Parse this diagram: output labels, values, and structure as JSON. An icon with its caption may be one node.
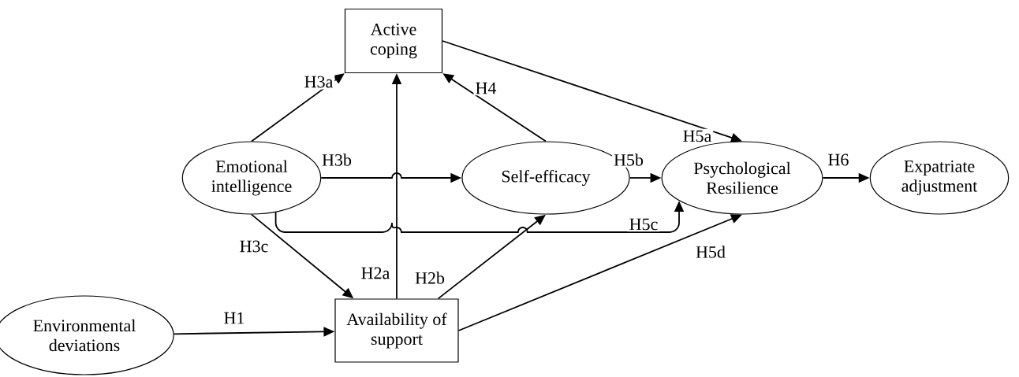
{
  "diagram": {
    "nodes": [
      {
        "text": [
          "Active coping"
        ]
      },
      {
        "text": [
          "Emotional intelligence"
        ]
      },
      {
        "text": [
          "Self-efficacy"
        ]
      },
      {
        "text": [
          "Psychological Resilience"
        ]
      },
      {
        "text": [
          "Expatriate adjustment"
        ]
      },
      {
        "text": [
          "Environmental deviations"
        ]
      },
      {
        "text": [
          "Availability of support"
        ]
      }
    ],
    "edges": [
      {
        "from": 1,
        "to": 0,
        "arrow": "to",
        "label": "H3a"
      },
      {
        "from": 6,
        "to": 0,
        "arrow": "to",
        "label": "H2a"
      },
      {
        "from": 2,
        "to": 0,
        "arrow": "to",
        "label": "H4"
      },
      {
        "from": 0,
        "to": 3,
        "arrow": "to",
        "label": "H5a"
      },
      {
        "from": 1,
        "to": 2,
        "arrow": "to",
        "label": "H3b"
      },
      {
        "from": 2,
        "to": 3,
        "arrow": "to",
        "label": "H5b"
      },
      {
        "from": 1,
        "to": 3,
        "arrow": "to",
        "label": "H5c"
      },
      {
        "from": 1,
        "to": 6,
        "arrow": "to",
        "label": "H3c"
      },
      {
        "from": 6,
        "to": 2,
        "arrow": "to",
        "label": "H2b"
      },
      {
        "from": 6,
        "to": 3,
        "arrow": "to",
        "label": "H5d"
      },
      {
        "from": 5,
        "to": 6,
        "arrow": "to",
        "label": "H1"
      },
      {
        "from": 3,
        "to": 4,
        "arrow": "to",
        "label": "H6"
      }
    ]
  }
}
